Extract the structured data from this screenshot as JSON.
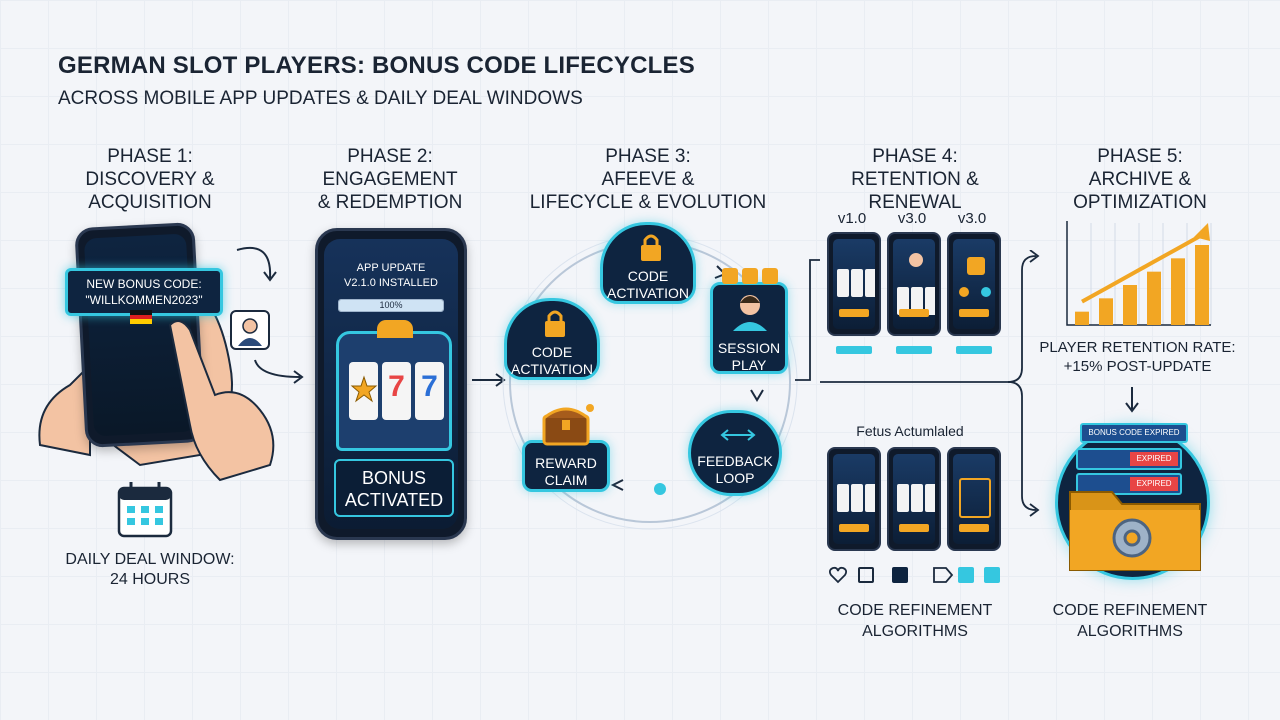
{
  "header": {
    "title": "GERMAN SLOT PLAYERS: BONUS CODE LIFECYCLES",
    "subtitle": "ACROSS MOBILE APP UPDATES & DAILY DEAL WINDOWS"
  },
  "phase1": {
    "title": [
      "PHASE 1:",
      "DISCOVERY &",
      "ACQUISITION"
    ],
    "popup": [
      "NEW BONUS CODE:",
      "\"WILLKOMMEN2023\""
    ],
    "deal_label": [
      "DAILY DEAL WINDOW:",
      "24 HOURS"
    ]
  },
  "phase2": {
    "title": [
      "PHASE 2:",
      "ENGAGEMENT",
      "& REDEMPTION"
    ],
    "update_text": [
      "APP UPDATE",
      "V2.1.0 INSTALLED"
    ],
    "progress_label": "100%",
    "progress": 1.0,
    "bonus_text": [
      "BONUS",
      "ACTIVATED"
    ]
  },
  "phase3": {
    "title": [
      "PHASE 3:",
      "AFEEVE &",
      "LIFECYCLE & EVOLUTION"
    ],
    "nodes": {
      "code_top": [
        "CODE",
        "ACTIVATION"
      ],
      "code_left": [
        "CODE",
        "ACTIVATION"
      ],
      "session": [
        "SESSION",
        "PLAY"
      ],
      "feedback": [
        "FEEDBACK",
        "LOOP"
      ],
      "reward": [
        "REWARD",
        "CLAIM"
      ]
    }
  },
  "phase4": {
    "title": [
      "PHASE 4:",
      "RETENTION &",
      "RENEWAL"
    ],
    "versions": [
      "v1.0",
      "v3.0",
      "v3.0"
    ],
    "features_label": "Fetus Actumlaled",
    "refine_label": [
      "CODE REFINEMENT",
      "ALGORITHMS"
    ]
  },
  "phase5": {
    "title": [
      "PHASE 5:",
      "ARCHIVE &",
      "OPTIMIZATION"
    ],
    "chart_data": {
      "type": "bar",
      "values": [
        1,
        2,
        3,
        4,
        5,
        6
      ],
      "trend": "up"
    },
    "retention_label": [
      "PLAYER RETENTION RATE:",
      "+15% POST-UPDATE"
    ],
    "expired_tags": [
      "BONUS CODE EXPIRED",
      "EXPIRED",
      "EXPIRED"
    ],
    "refine_label": [
      "CODE REFINEMENT",
      "ALGORITHMS"
    ]
  },
  "colors": {
    "accent": "#35c7e0",
    "navy": "#0e2440",
    "gold": "#f2a623",
    "expired_red": "#e84545"
  }
}
